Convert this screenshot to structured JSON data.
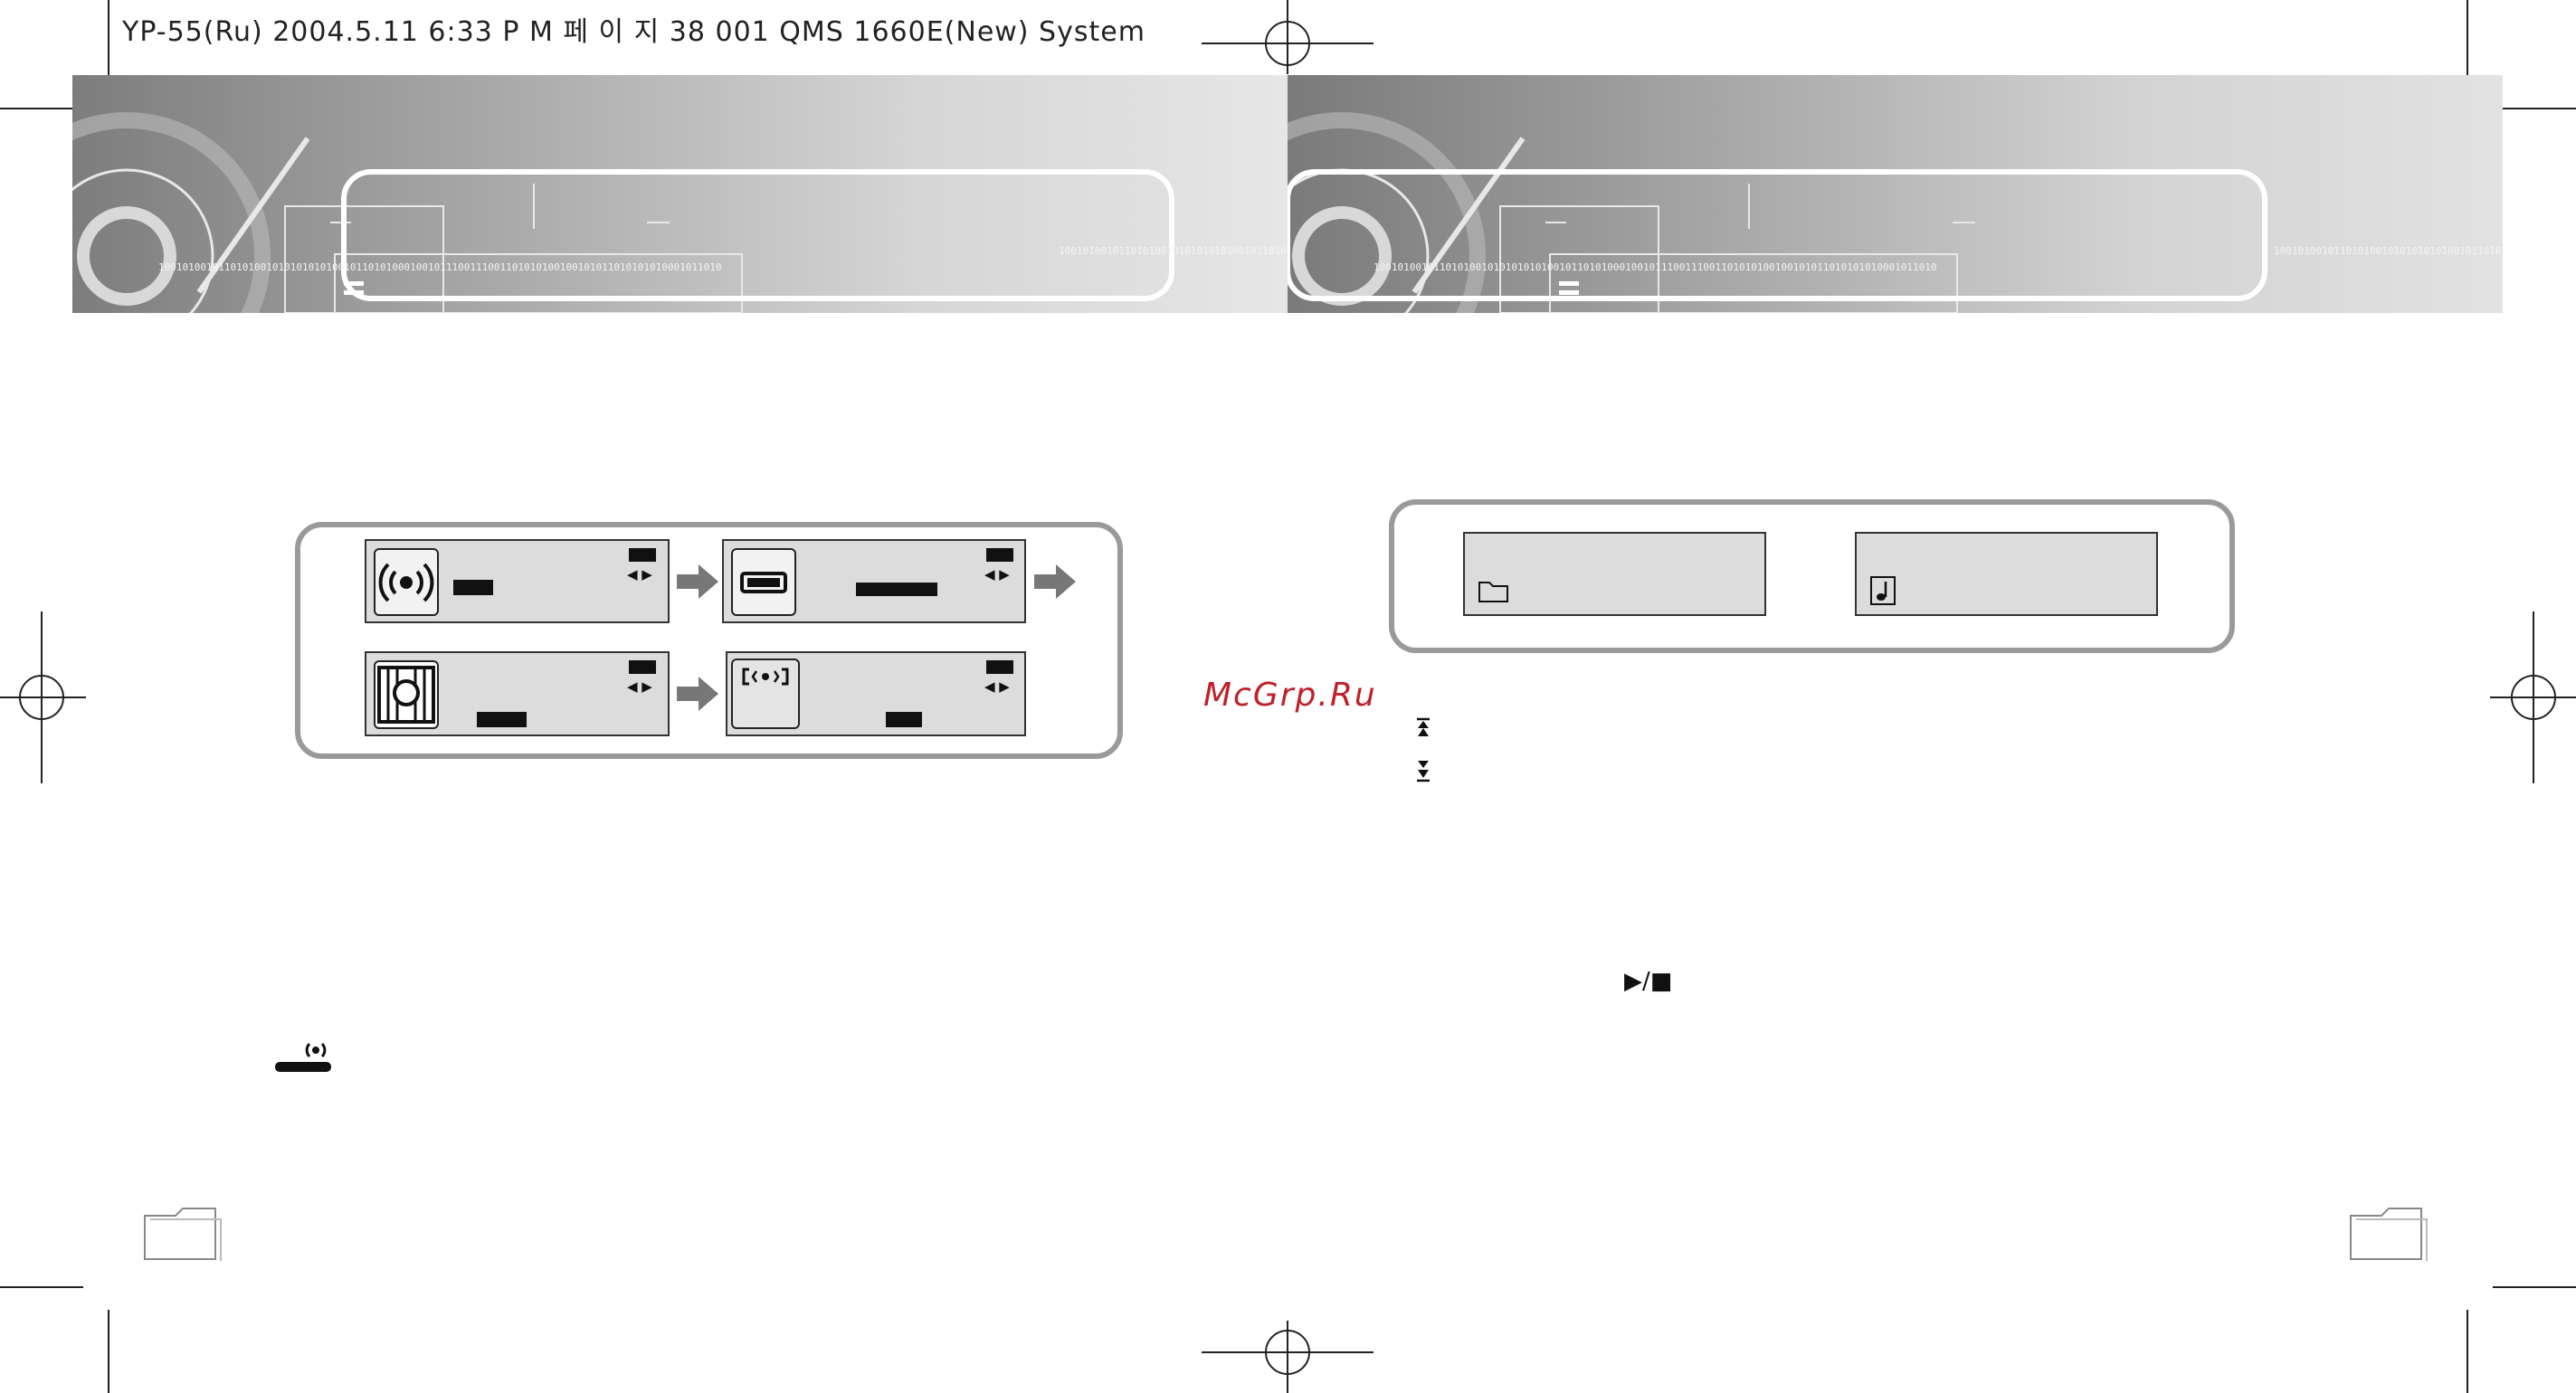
{
  "page": {
    "print_header": "YP-55(Ru)  2004.5.11 6:33 P M 페 이 지 38   001 QMS  1660E(New) System",
    "watermark": "McGrp.Ru",
    "banner_binary": "1001010010110101001010101010100101101010001001011100111001101010100100101011010101010001011010"
  },
  "left_diagram": {
    "screens": [
      {
        "icon": "broadcast-icon"
      },
      {
        "icon": "usb-icon"
      },
      {
        "icon": "sun-icon"
      },
      {
        "icon": "repeat-icon"
      }
    ],
    "arrows": [
      "arrow-right-icon",
      "arrow-right-icon",
      "arrow-right-icon"
    ]
  },
  "right_diagram": {
    "screens": [
      {
        "icon": "folder-icon"
      },
      {
        "icon": "music-note-icon"
      }
    ]
  },
  "symbols": {
    "play_stop": "▶/■"
  }
}
